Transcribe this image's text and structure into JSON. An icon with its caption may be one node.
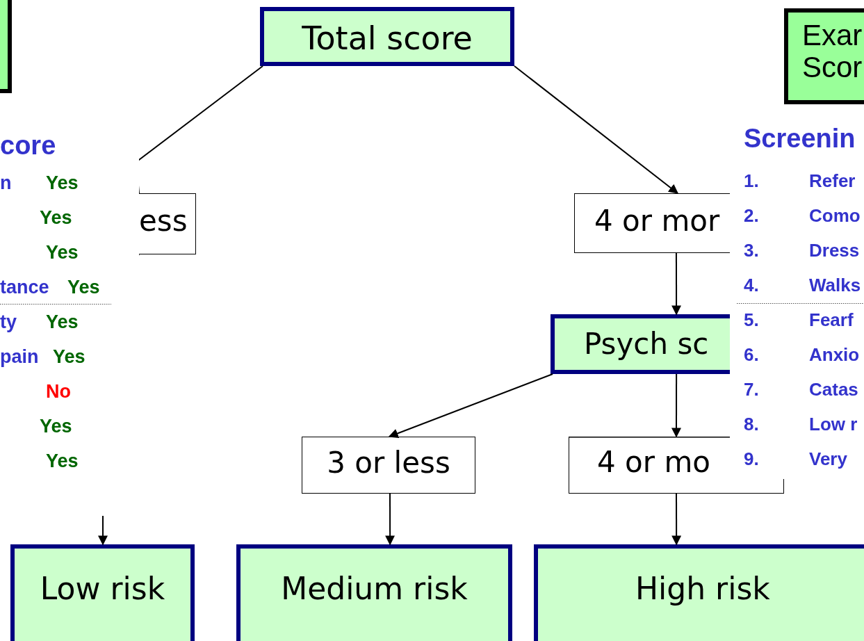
{
  "diagram": {
    "nodes": [
      {
        "text": [
          "Total score"
        ]
      },
      {
        "text": [
          "ess"
        ]
      },
      {
        "text": [
          "4 or mor"
        ]
      },
      {
        "text": [
          "Psych sc"
        ]
      },
      {
        "text": [
          "3 or less"
        ]
      },
      {
        "text": [
          "4 or mo"
        ]
      },
      {
        "text": [
          "Low risk"
        ]
      },
      {
        "text": [
          "Medium risk"
        ]
      },
      {
        "text": [
          "High risk"
        ]
      },
      {
        "text": [],
        "shape": "box"
      },
      {
        "text": [
          "Exar Scor"
        ]
      }
    ],
    "edges": [
      {
        "from": 0,
        "to": 1,
        "arrow": "none"
      },
      {
        "from": 0,
        "to": 2,
        "arrow": "to"
      },
      {
        "from": 2,
        "to": 3,
        "arrow": "to"
      },
      {
        "from": 3,
        "to": 4,
        "arrow": "to"
      },
      {
        "from": 3,
        "to": 5,
        "arrow": "to"
      },
      {
        "from": 4,
        "to": 7,
        "arrow": "to"
      },
      {
        "from": 5,
        "to": 8,
        "arrow": "to"
      },
      {
        "from": 1,
        "to": 6,
        "arrow": "to"
      }
    ],
    "labels": [
      "core",
      "n",
      "Yes",
      "Yes",
      "Yes",
      "tance",
      "Yes",
      "ty",
      "Yes",
      "pain",
      "Yes",
      "No",
      "Yes",
      "Yes",
      "Screenin",
      "1.",
      "Refer",
      "2.",
      "Como",
      "3.",
      "Dress",
      "4.",
      "Walks",
      "5.",
      "Fearf",
      "6.",
      "Anxio",
      "7.",
      "Catas",
      "8.",
      "Low r",
      "9.",
      "Very"
    ]
  }
}
